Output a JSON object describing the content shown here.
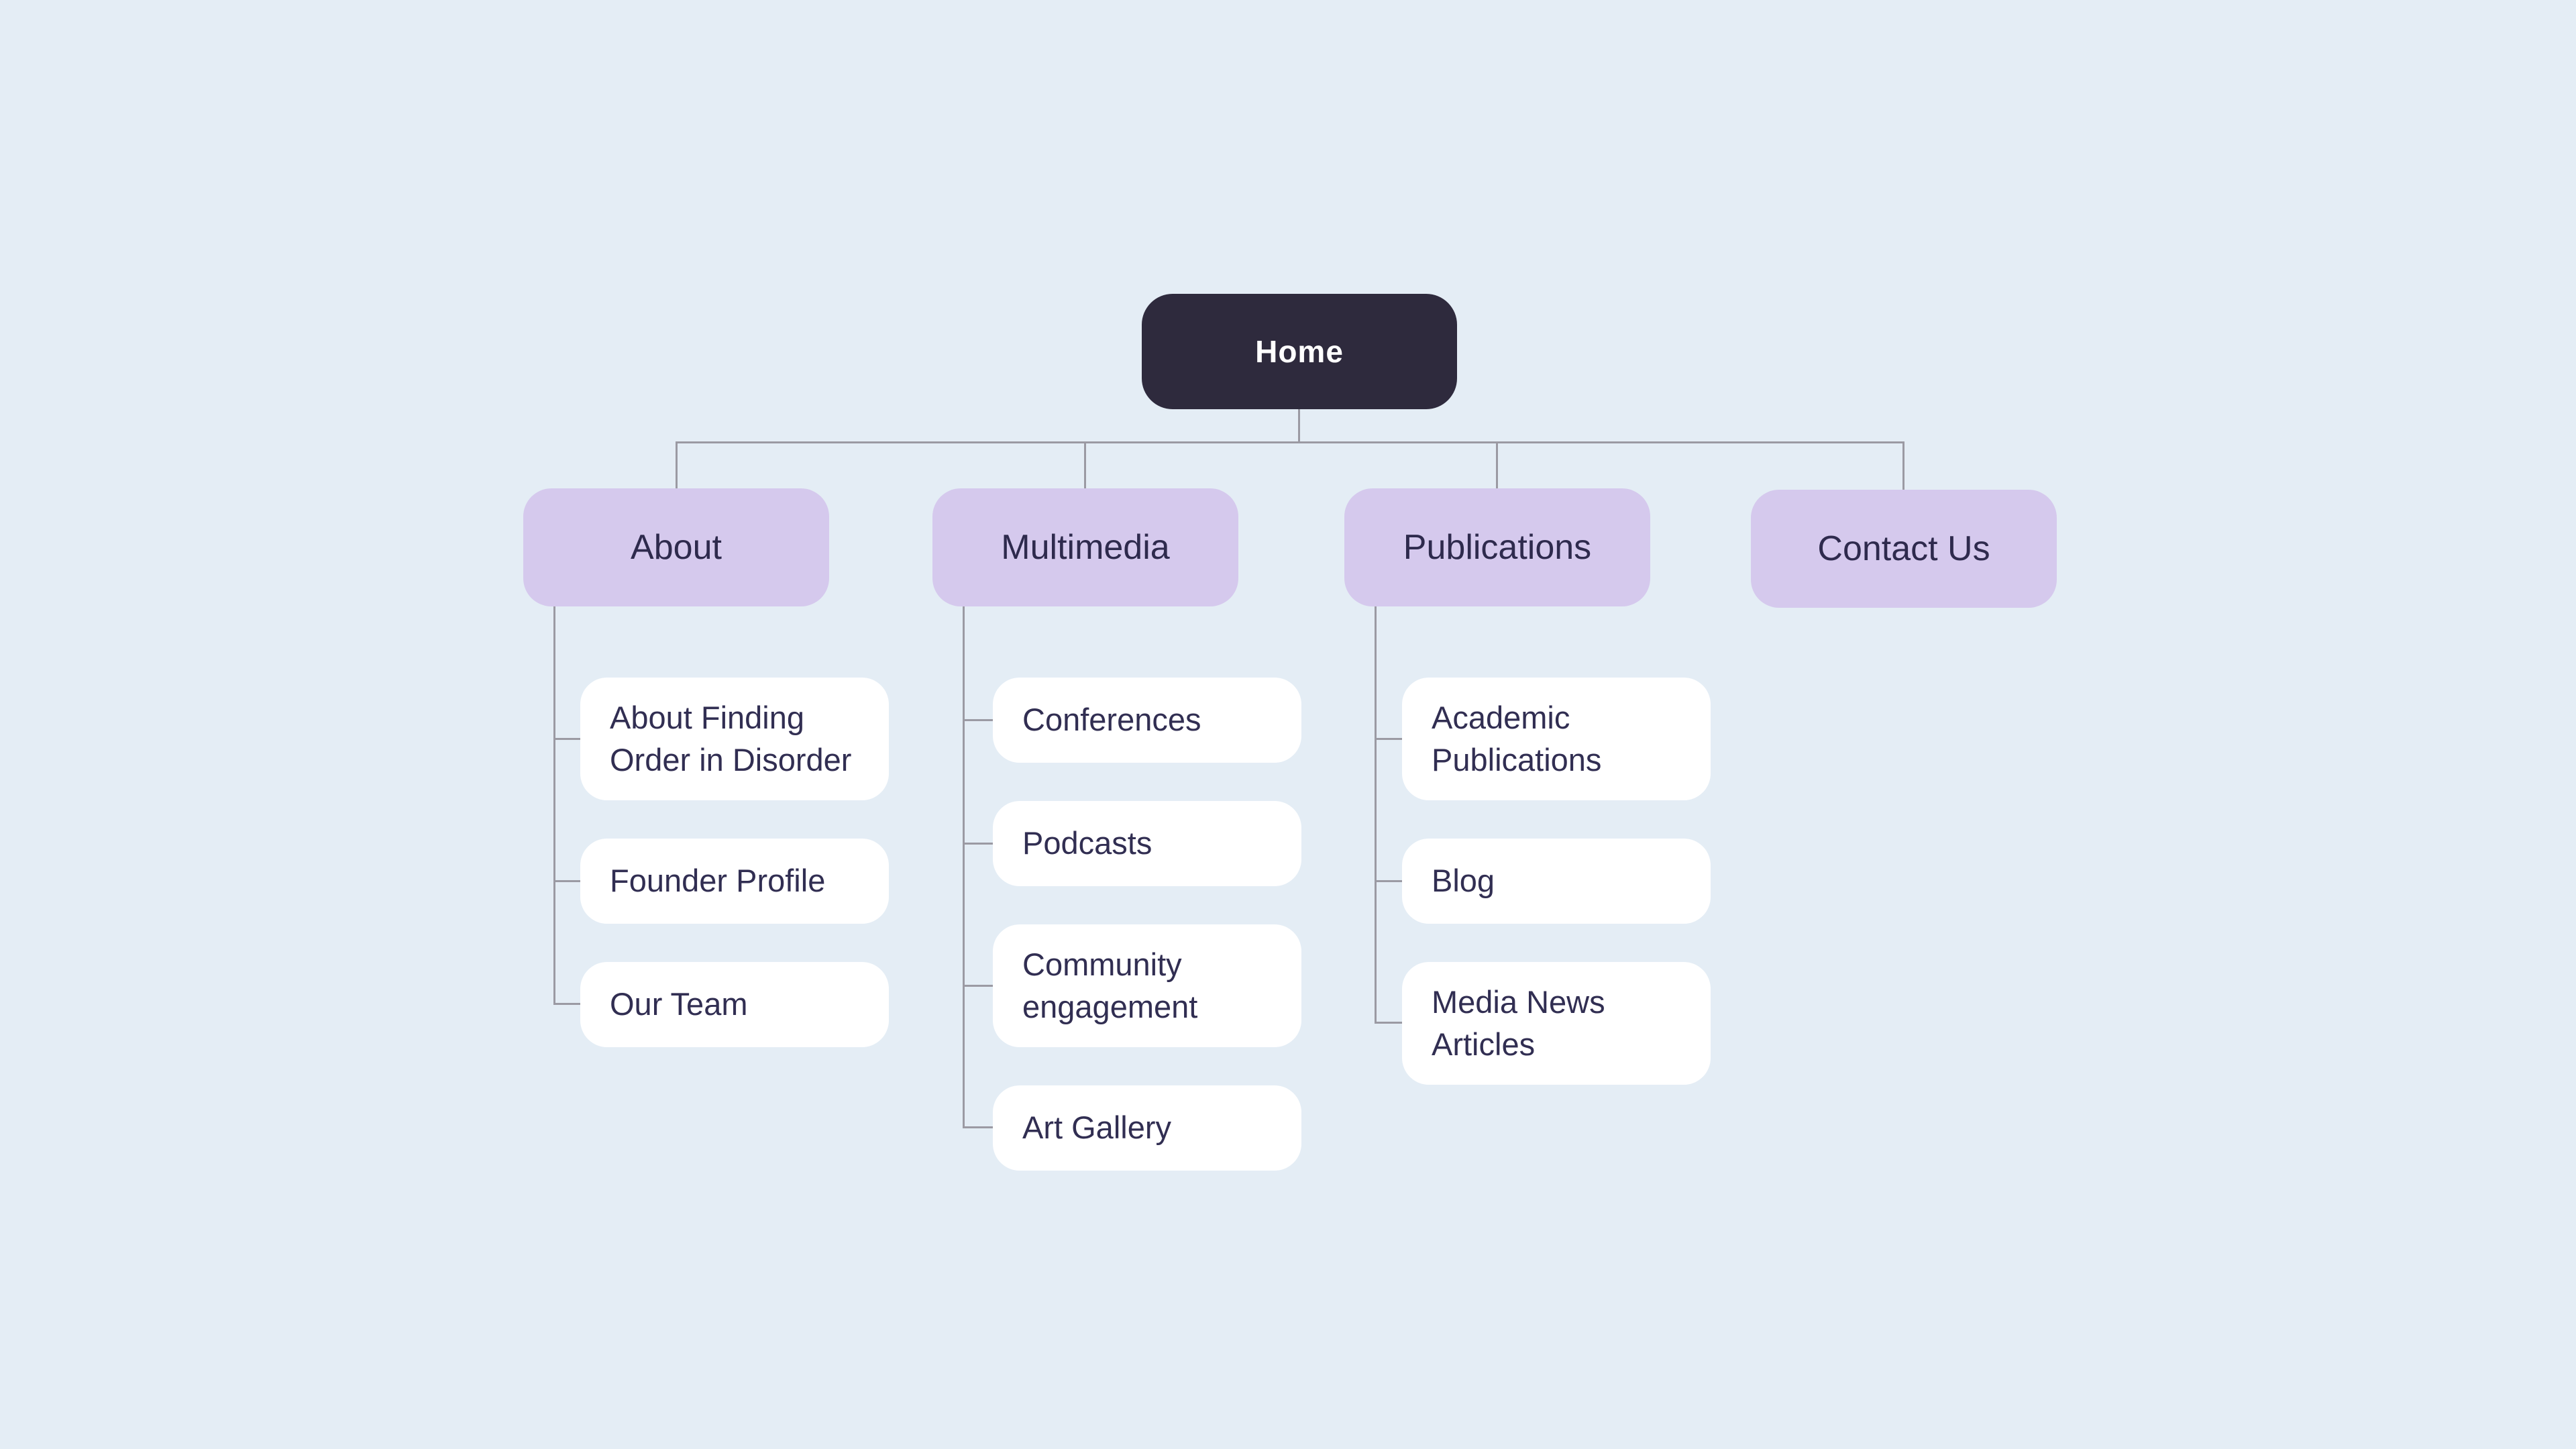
{
  "sitemap": {
    "root": {
      "label": "Home"
    },
    "sections": [
      {
        "label": "About",
        "children": [
          {
            "label": "About Finding Order in Disorder"
          },
          {
            "label": "Founder Profile"
          },
          {
            "label": "Our Team"
          }
        ]
      },
      {
        "label": "Multimedia",
        "children": [
          {
            "label": "Conferences"
          },
          {
            "label": "Podcasts"
          },
          {
            "label": "Community engagement"
          },
          {
            "label": "Art Gallery"
          }
        ]
      },
      {
        "label": "Publications",
        "children": [
          {
            "label": "Academic Publications"
          },
          {
            "label": "Blog"
          },
          {
            "label": "Media News Articles"
          }
        ]
      },
      {
        "label": "Contact Us",
        "children": []
      }
    ]
  },
  "colors": {
    "background": "#e4edf5",
    "root_node": "#2e2a3d",
    "root_text": "#ffffff",
    "section_node": "#d5c9ed",
    "child_node": "#ffffff",
    "node_text": "#2e2a4d",
    "connector": "#9b9aa3"
  }
}
